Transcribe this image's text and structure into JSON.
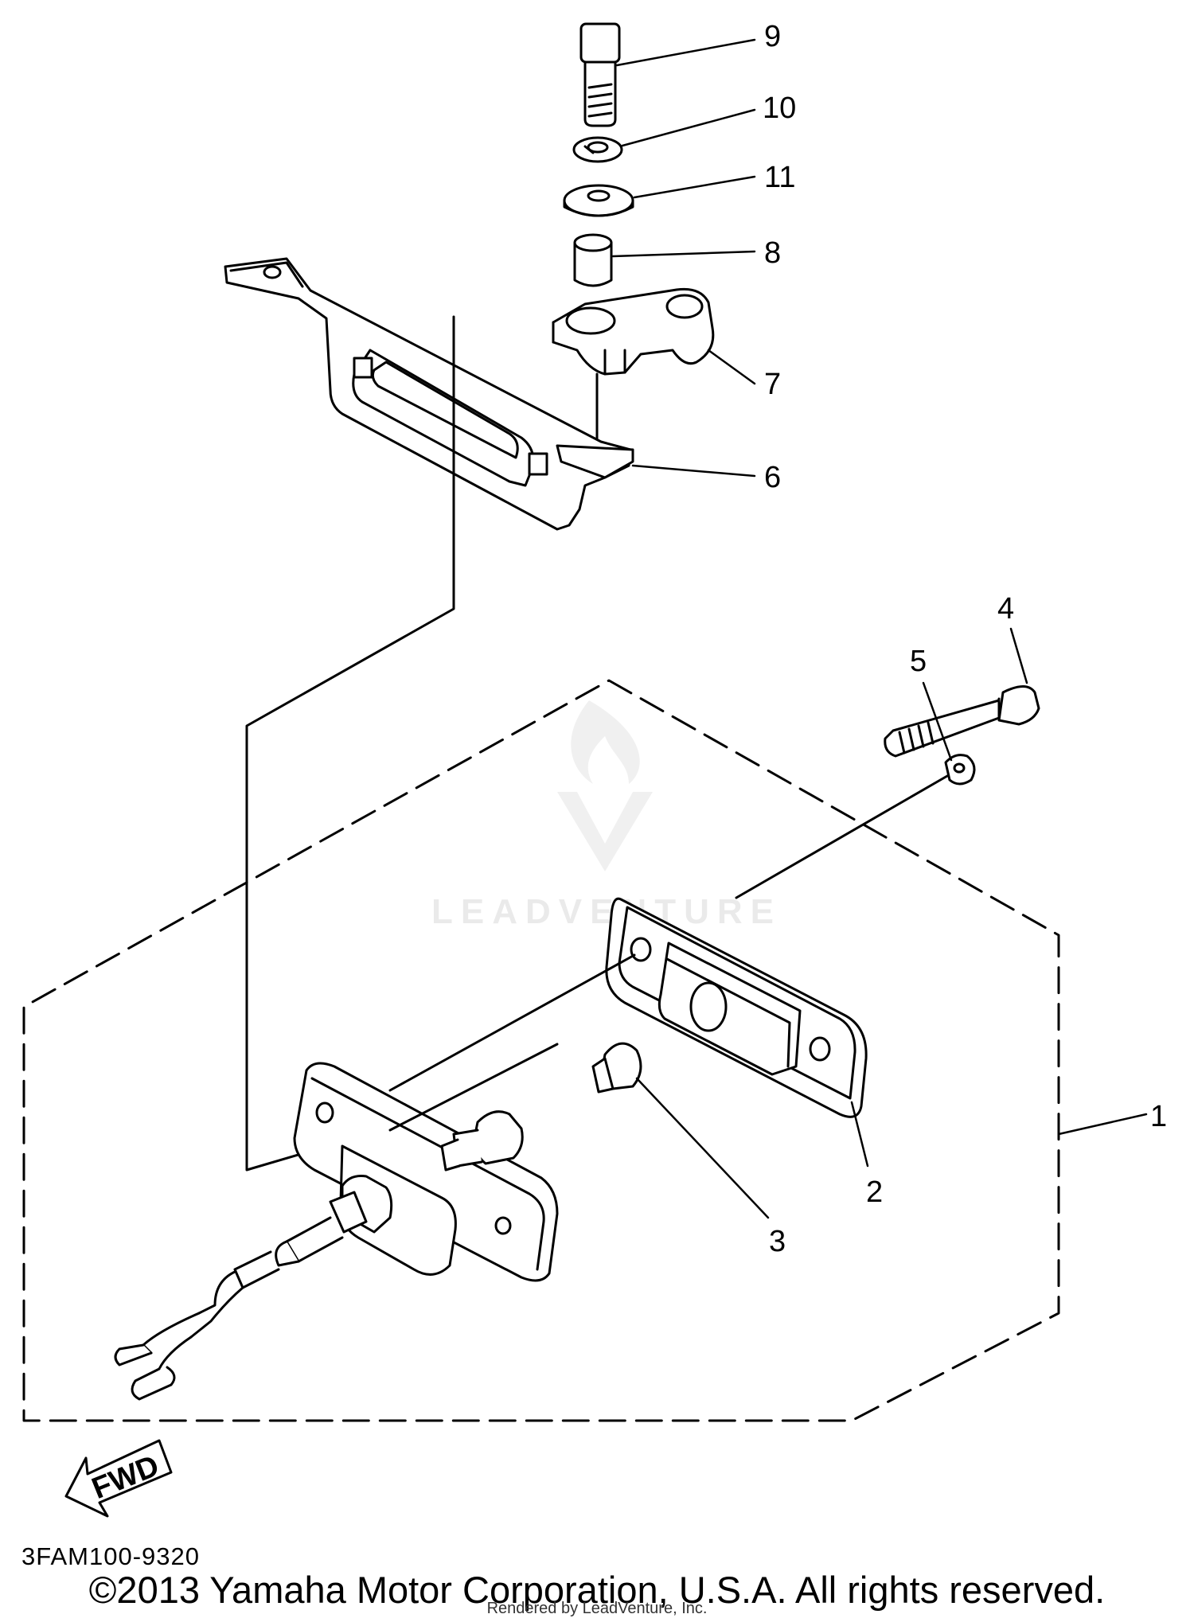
{
  "callouts": [
    {
      "id": "1",
      "text": "1"
    },
    {
      "id": "2",
      "text": "2"
    },
    {
      "id": "3",
      "text": "3"
    },
    {
      "id": "4",
      "text": "4"
    },
    {
      "id": "5",
      "text": "5"
    },
    {
      "id": "6",
      "text": "6"
    },
    {
      "id": "7",
      "text": "7"
    },
    {
      "id": "8",
      "text": "8"
    },
    {
      "id": "9",
      "text": "9"
    },
    {
      "id": "10",
      "text": "10"
    },
    {
      "id": "11",
      "text": "11"
    }
  ],
  "fwd_label": "FWD",
  "diagram_code": "3FAM100-9320",
  "copyright": "©2013 Yamaha Motor Corporation, U.S.A. All rights reserved.",
  "rendered_by": "Rendered by LeadVenture, Inc.",
  "watermark": "LEADVENTURE"
}
